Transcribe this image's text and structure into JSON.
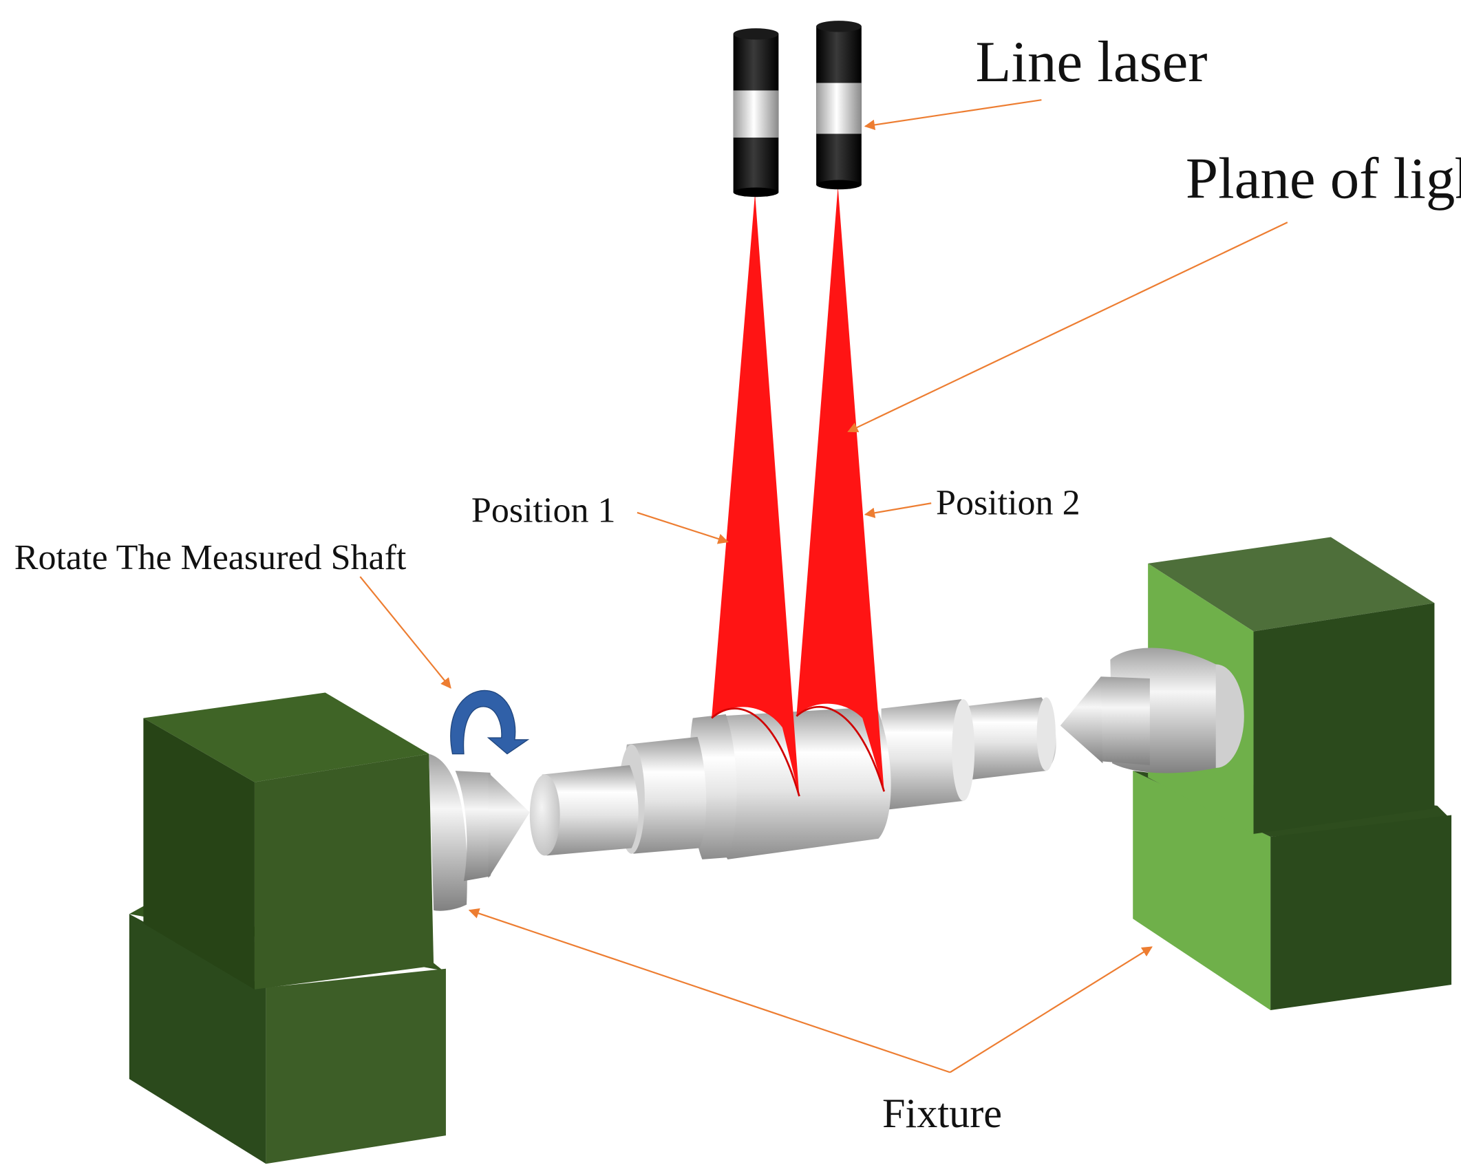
{
  "labels": {
    "line_laser": "Line laser",
    "plane_of_light": "Plane of light",
    "position_1": "Position 1",
    "position_2": "Position 2",
    "rotate_shaft": "Rotate The Measured Shaft",
    "fixture": "Fixture"
  },
  "icons": {
    "rotation": "curved-arrow-icon",
    "laser": "cylinder-laser-icon"
  },
  "colors": {
    "laser_beam": "#ff1414",
    "fixture_dark": "#2b4a1c",
    "fixture_light": "#6fb04a",
    "shaft": "#d8d8d8",
    "leader_line": "#ed7d31",
    "rotation_arrow": "#3060a8"
  }
}
